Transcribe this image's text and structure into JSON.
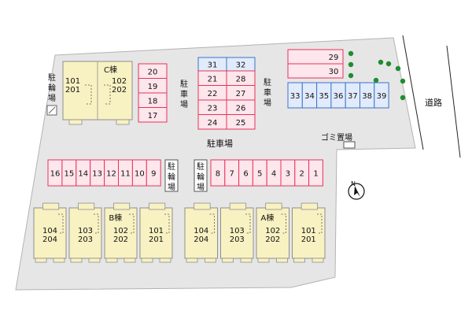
{
  "buildings": {
    "c": {
      "name": "C棟",
      "units": [
        [
          "101",
          "201"
        ],
        [
          "102",
          "202"
        ]
      ]
    },
    "b": {
      "name": "B棟",
      "units": [
        [
          "104",
          "204"
        ],
        [
          "103",
          "203"
        ],
        [
          "102",
          "202"
        ],
        [
          "101",
          "201"
        ]
      ]
    },
    "a": {
      "name": "A棟",
      "units": [
        [
          "104",
          "204"
        ],
        [
          "103",
          "203"
        ],
        [
          "102",
          "202"
        ],
        [
          "101",
          "201"
        ]
      ]
    }
  },
  "labels": {
    "parking": "駐車場",
    "bicycle": "駐輪場",
    "road": "道路",
    "garbage": "ゴミ置場"
  },
  "parking": {
    "red_col_left": [
      "20",
      "19",
      "18",
      "17"
    ],
    "grid_left": [
      "21",
      "22",
      "23",
      "24"
    ],
    "grid_right": [
      "28",
      "27",
      "26",
      "25"
    ],
    "grid_top_blue": [
      "31",
      "32"
    ],
    "right_red": [
      "29",
      "30"
    ],
    "blue_row": [
      "33",
      "34",
      "35",
      "36",
      "37",
      "38",
      "39"
    ],
    "bottom_left": [
      "16",
      "15",
      "14",
      "13",
      "12",
      "11",
      "10",
      "9"
    ],
    "bottom_right": [
      "8",
      "7",
      "6",
      "5",
      "4",
      "3",
      "2",
      "1"
    ]
  },
  "compass": {
    "north": "N"
  },
  "colors": {
    "red_stall": "#e5345a",
    "red_fill": "#fde6ec",
    "blue_stall": "#3a73c8",
    "blue_fill": "#e1ebfb",
    "building_fill": "#f8f1c2",
    "site_fill": "#e6e6e6",
    "tree": "#1f8c2e"
  }
}
